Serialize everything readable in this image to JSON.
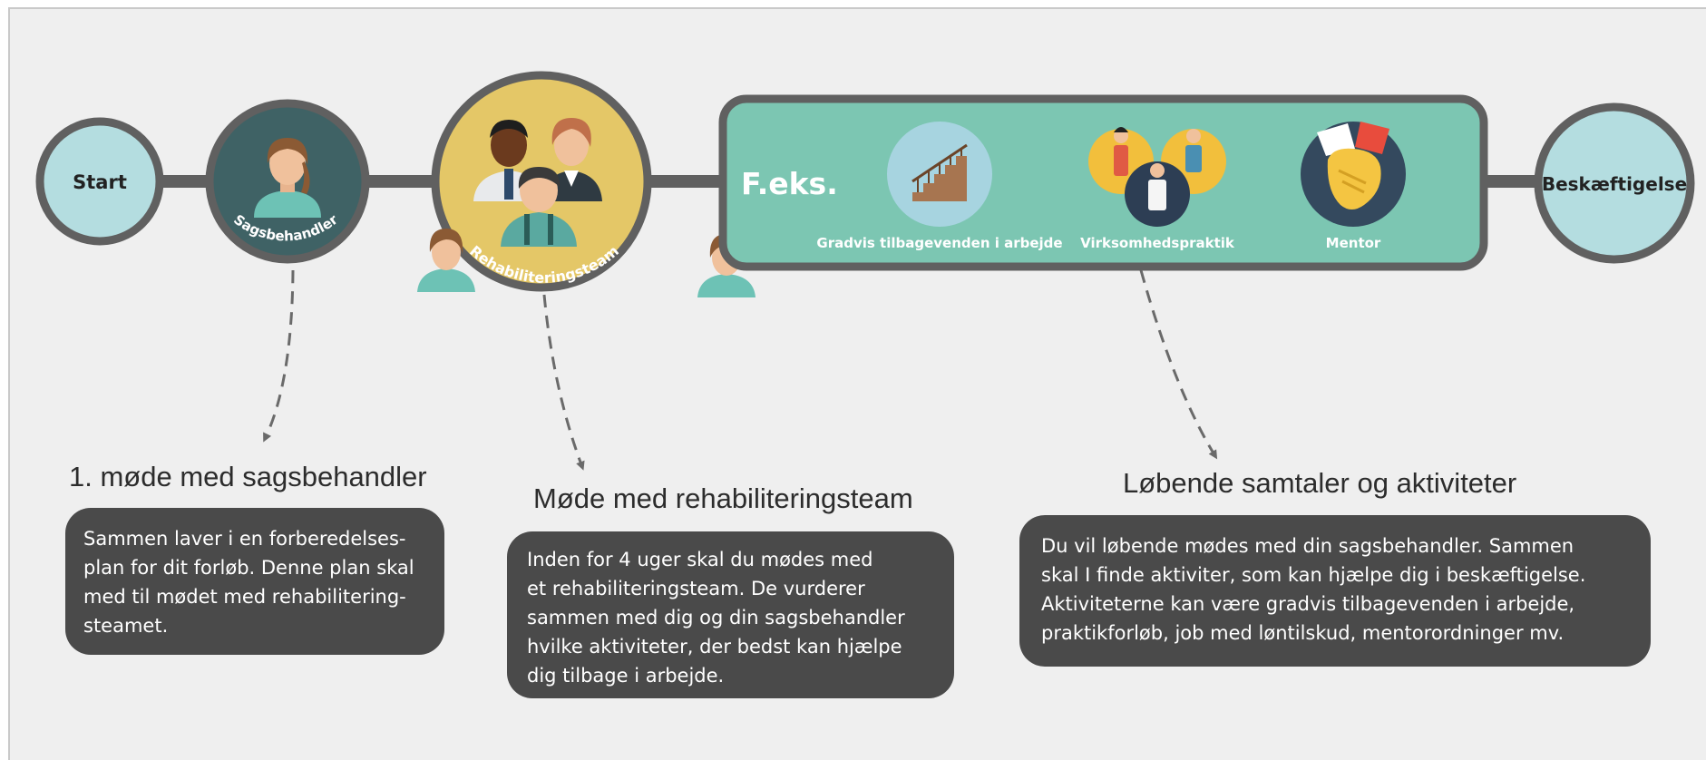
{
  "nodes": {
    "start": "Start",
    "caseworker": "Sagsbehandler",
    "team": "Rehabiliteringsteam",
    "end": "Beskæftigelse"
  },
  "examples": {
    "title": "F.eks.",
    "items": [
      {
        "label": "Gradvis tilbagevenden i arbejde",
        "icon": "staircase-icon"
      },
      {
        "label": "Virksomhedspraktik",
        "icon": "workers-icon"
      },
      {
        "label": "Mentor",
        "icon": "handshake-icon"
      }
    ]
  },
  "steps": [
    {
      "heading": "1. møde med sagsbehandler",
      "lines": [
        "Sammen laver i en forberedelses-",
        "plan for dit forløb. Denne plan skal",
        "med til mødet med rehabilitering-",
        "steamet."
      ]
    },
    {
      "heading": "Møde med rehabiliteringsteam",
      "lines": [
        "Inden for 4 uger skal du mødes med",
        "et rehabiliteringsteam. De vurderer",
        "sammen med dig og din sagsbehandler",
        "hvilke aktiviteter, der bedst kan hjælpe",
        "dig tilbage i arbejde."
      ]
    },
    {
      "heading": "Løbende samtaler og aktiviteter",
      "lines": [
        "Du vil løbende mødes med din sagsbehandler. Sammen",
        "skal I finde aktiviter, som kan hjælpe dig i beskæftigelse.",
        "Aktiviteterne kan være gradvis tilbagevenden i arbejde,",
        "praktikforløb, job med løntilskud, mentorordninger mv."
      ]
    }
  ],
  "colors": {
    "track": "#606060",
    "start_fill": "#b4dde0",
    "caseworker_fill": "#3f6265",
    "team_fill": "#e4c767",
    "examples_fill": "#7cc6b2",
    "textbox_fill": "#4a4a4a"
  }
}
